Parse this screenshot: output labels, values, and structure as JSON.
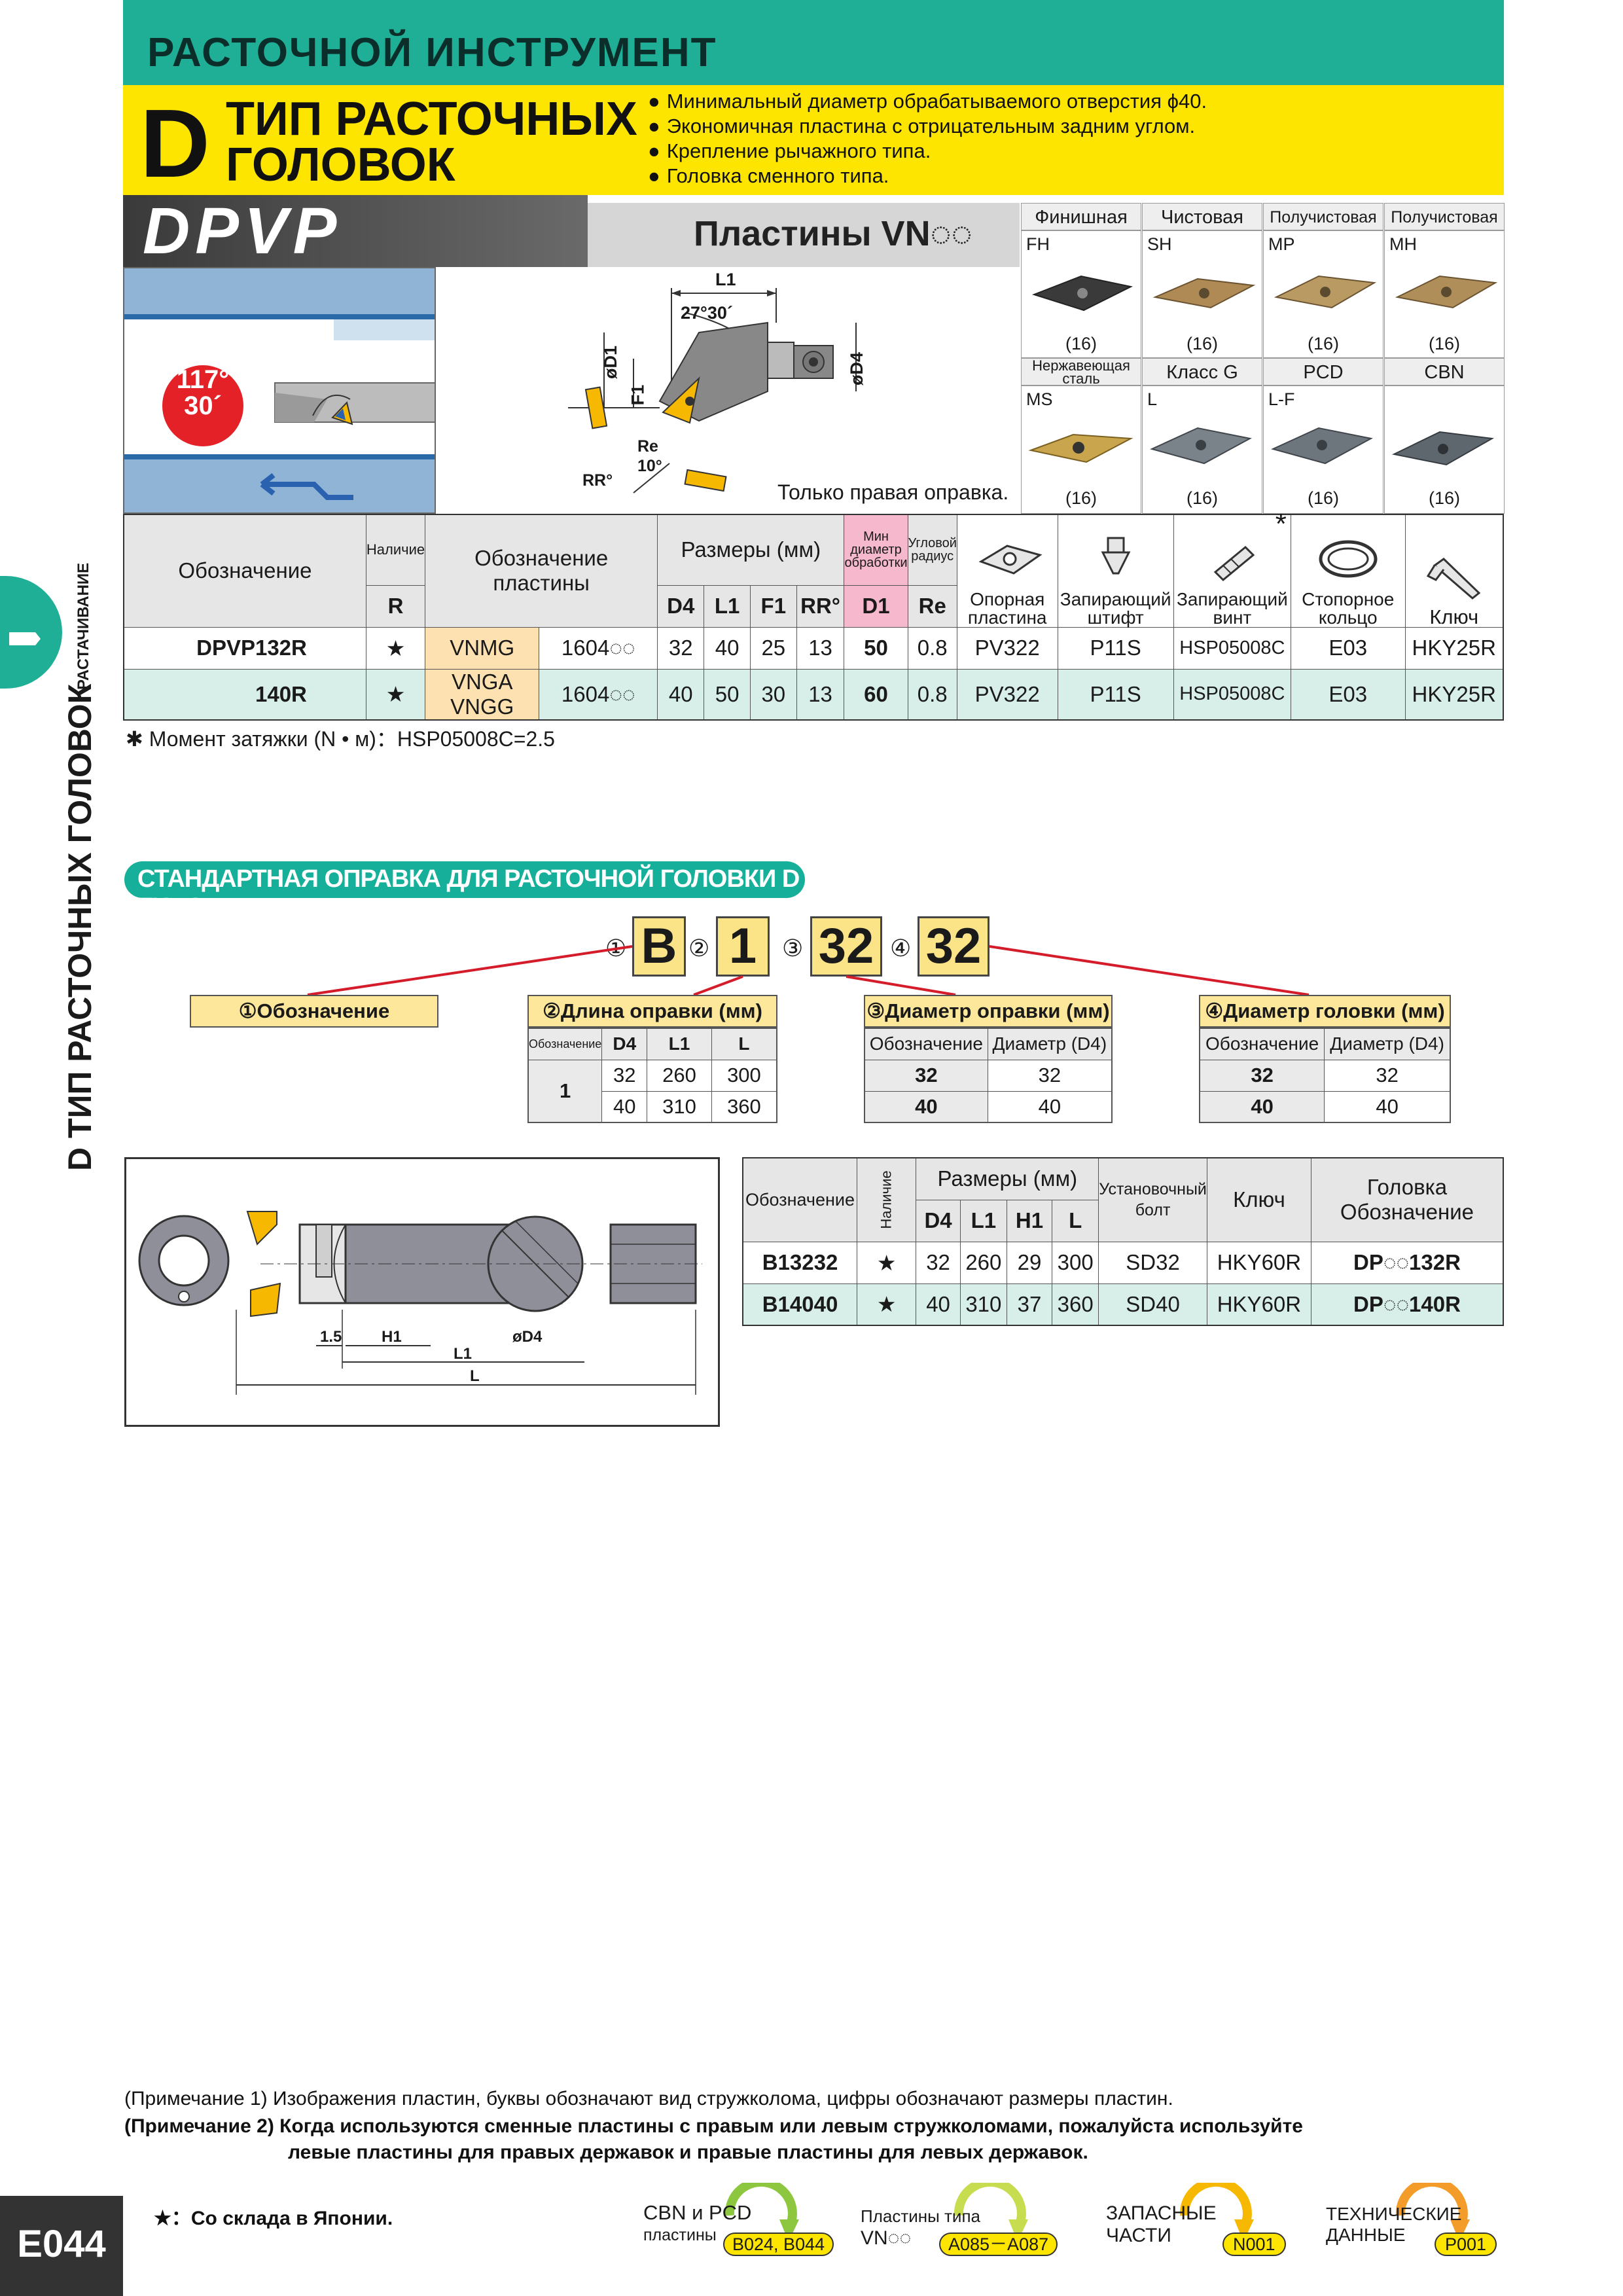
{
  "header": {
    "title": "РАСТОЧНОЙ ИНСТРУМЕНТ",
    "letter": "D",
    "subtitle_line1": "ТИП РАСТОЧНЫХ",
    "subtitle_line2": "ГОЛОВОК",
    "features": [
      "Минимальный диаметр обрабатываемого отверстия ϕ40.",
      "Экономичная пластина с отрицательным задним углом.",
      "Крепление рычажного типа.",
      "Головка сменного типа."
    ]
  },
  "band": {
    "code": "DPVP",
    "inserts_label": "Пластины VN◌◌"
  },
  "insert_grid": [
    {
      "head": "Финишная",
      "code": "FH",
      "qty": "(16)",
      "color": "#3a3a3a"
    },
    {
      "head": "Чистовая",
      "code": "SH",
      "qty": "(16)",
      "color": "#b08a55"
    },
    {
      "head": "Получистовая",
      "code": "MP",
      "qty": "(16)",
      "color": "#b89a62"
    },
    {
      "head": "Получистовая",
      "code": "MH",
      "qty": "(16)",
      "color": "#b08e5a"
    },
    {
      "head": "Нержавеющая сталь",
      "code": "MS",
      "qty": "(16)",
      "color": "#c9a64d"
    },
    {
      "head": "Класс G",
      "code": "L",
      "qty": "(16)",
      "color": "#7a828a"
    },
    {
      "head": "PCD",
      "code": "L-F",
      "qty": "(16)",
      "color": "#6e767d"
    },
    {
      "head": "CBN",
      "code": "",
      "qty": "(16)",
      "color": "#5f676e"
    }
  ],
  "drawing": {
    "angle1": "117°",
    "angle2": "30´",
    "dim_L1": "L1",
    "dim_angle": "27°30´",
    "dim_D1": "øD1",
    "dim_D4": "øD4",
    "dim_F1": "F1",
    "dim_Re": "Re",
    "dim_10": "10°",
    "dim_RR": "RR°",
    "caption": "Только правая оправка."
  },
  "main_table": {
    "h_designation": "Обозначение",
    "h_avail": "Наличие",
    "h_R": "R",
    "h_insert": "Обозначение пластины",
    "h_dims": "Размеры (мм)",
    "h_D4": "D4",
    "h_L1": "L1",
    "h_F1": "F1",
    "h_RR": "RR°",
    "h_min": "Мин диаметр обработки",
    "h_D1": "D1",
    "h_angle": "Угловой радиус",
    "h_Re": "Re",
    "h_parts": [
      "Опорная пластина",
      "Запирающий штифт",
      "Запирающий винт",
      "Стопорное кольцо",
      "Ключ"
    ],
    "asterisk": "*",
    "rows": [
      {
        "name": "DPVP132R",
        "avail": "★",
        "ins": "VNMG",
        "ins_size": "1604◌◌",
        "D4": "32",
        "L1": "40",
        "F1": "25",
        "RR": "13",
        "D1": "50",
        "Re": "0.8",
        "p1": "PV322",
        "p2": "P11S",
        "p3": "HSP05008C",
        "p4": "E03",
        "p5": "HKY25R"
      },
      {
        "name": "140R",
        "avail": "★",
        "ins": "VNGA",
        "ins2": "VNGG",
        "ins_size": "1604◌◌",
        "D4": "40",
        "L1": "50",
        "F1": "30",
        "RR": "13",
        "D1": "60",
        "Re": "0.8",
        "p1": "PV322",
        "p2": "P11S",
        "p3": "HSP05008C",
        "p4": "E03",
        "p5": "HKY25R"
      }
    ],
    "torque_note": "✱ Момент затяжки (N • м)：HSP05008C=2.5"
  },
  "side_tab": {
    "vertical": "D ТИП РАСТОЧНЫХ ГОЛОВОК",
    "small": "РАСТАЧИВАНИЕ"
  },
  "section2": {
    "title": "СТАНДАРТНАЯ ОПРАВКА ДЛЯ РАСТОЧНОЙ ГОЛОВКИ D ТИПА",
    "code_nums": [
      "①",
      "②",
      "③",
      "④"
    ],
    "code_vals": [
      "B",
      "1",
      "32",
      "32"
    ],
    "labels": [
      "①Обозначение",
      "②Длина оправки (мм)",
      "③Диаметр оправки (мм)",
      "④Диаметр головки (мм)"
    ],
    "t2": {
      "h": [
        "Обозначение",
        "D4",
        "L1",
        "L"
      ],
      "code": "1",
      "rows": [
        [
          "32",
          "260",
          "300"
        ],
        [
          "40",
          "310",
          "360"
        ]
      ]
    },
    "t3": {
      "h": [
        "Обозначение",
        "Диаметр (D4)"
      ],
      "rows": [
        [
          "32",
          "32"
        ],
        [
          "40",
          "40"
        ]
      ]
    },
    "t4": {
      "h": [
        "Обозначение",
        "Диаметр (D4)"
      ],
      "rows": [
        [
          "32",
          "32"
        ],
        [
          "40",
          "40"
        ]
      ]
    }
  },
  "bar_drawing": {
    "d1": "1.5",
    "d2": "H1",
    "d3": "øD4",
    "d4": "L1",
    "d5": "L"
  },
  "bar_table": {
    "h_designation": "Обозначение",
    "h_avail": "Наличие",
    "h_dims": "Размеры (мм)",
    "h_D4": "D4",
    "h_L1": "L1",
    "h_H1": "H1",
    "h_L": "L",
    "h_bolt": "Установочный болт",
    "h_key": "Ключ",
    "h_head": "Головка Обозначение",
    "rows": [
      {
        "name": "B13232",
        "avail": "★",
        "D4": "32",
        "L1": "260",
        "H1": "29",
        "L": "300",
        "bolt": "SD32",
        "key": "HKY60R",
        "head": "DP◌◌132R"
      },
      {
        "name": "B14040",
        "avail": "★",
        "D4": "40",
        "L1": "310",
        "H1": "37",
        "L": "360",
        "bolt": "SD40",
        "key": "HKY60R",
        "head": "DP◌◌140R"
      }
    ]
  },
  "notes": {
    "n1": "(Примечание 1) Изображения пластин, буквы обозначают вид стружколома, цифры обозначают размеры пластин.",
    "n2a": "(Примечание 2) Когда используются сменные пластины с правым или левым стружколомами, пожалуйста используйте",
    "n2b": "левые пластины для правых державок и правые пластины для левых державок.",
    "stock": "★：Со склада в Японии."
  },
  "footer": {
    "page": "E044",
    "refs": [
      {
        "l1": "CBN и PCD",
        "l2": "пластины",
        "ref": "B024, B044",
        "color": "#8dc63f"
      },
      {
        "l1": "Пластины типа",
        "l2": "VN◌◌",
        "ref": "A085－A087",
        "color": "#c8dc50"
      },
      {
        "l1": "ЗАПАСНЫЕ",
        "l2": "ЧАСТИ",
        "ref": "N001",
        "color": "#f6b800"
      },
      {
        "l1": "ТЕХНИЧЕСКИЕ",
        "l2": "ДАННЫЕ",
        "ref": "P001",
        "color": "#f39c2a"
      }
    ]
  }
}
